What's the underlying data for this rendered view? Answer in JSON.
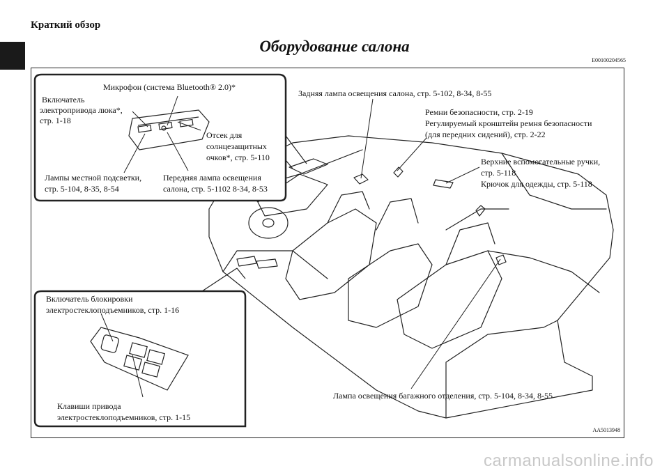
{
  "header": {
    "section": "Краткий обзор",
    "title": "Оборудование салона",
    "doc_code": "E00100204565"
  },
  "figure": {
    "code": "AA5013948",
    "labels": {
      "microphone": "Микрофон (система Bluetooth® 2.0)*",
      "sunroof_switch_1": "Включатель",
      "sunroof_switch_2": "электропривода люка*,",
      "sunroof_switch_3": "стр. 1-18",
      "glasses_1": "Отсек для",
      "glasses_2": "солнцезащитных",
      "glasses_3": "очков*, стр. 5-110",
      "map_lamps_1": "Лампы местной подсветки,",
      "map_lamps_2": "стр. 5-104, 8-35, 8-54",
      "front_lamp_1": "Передняя лампа освещения",
      "front_lamp_2": "салона, стр. 5-1102 8-34, 8-53",
      "rear_lamp": "Задняя лампа освещения салона, стр. 5-102, 8-34, 8-55",
      "belts_1": "Ремни безопасности, стр. 2-19",
      "belts_2": "Регулируемый кронштейн ремня безопасности",
      "belts_3": "(для передних сидений), стр. 2-22",
      "grips_1": "Верхние вспомогательные ручки,",
      "grips_2": "стр. 5-118",
      "grips_3": "Крючок для одежды, стр. 5-118",
      "lock_switch_1": "Включатель блокировки",
      "lock_switch_2": "электростеклоподъемников, стр. 1-16",
      "window_keys_1": "Клавиши привода",
      "window_keys_2": "электростеклоподъемников, стр. 1-15",
      "cargo_lamp": "Лампа освещения багажного отделения, стр. 5-104, 8-34, 8-55"
    }
  },
  "watermark": "carmanualsonline.info"
}
